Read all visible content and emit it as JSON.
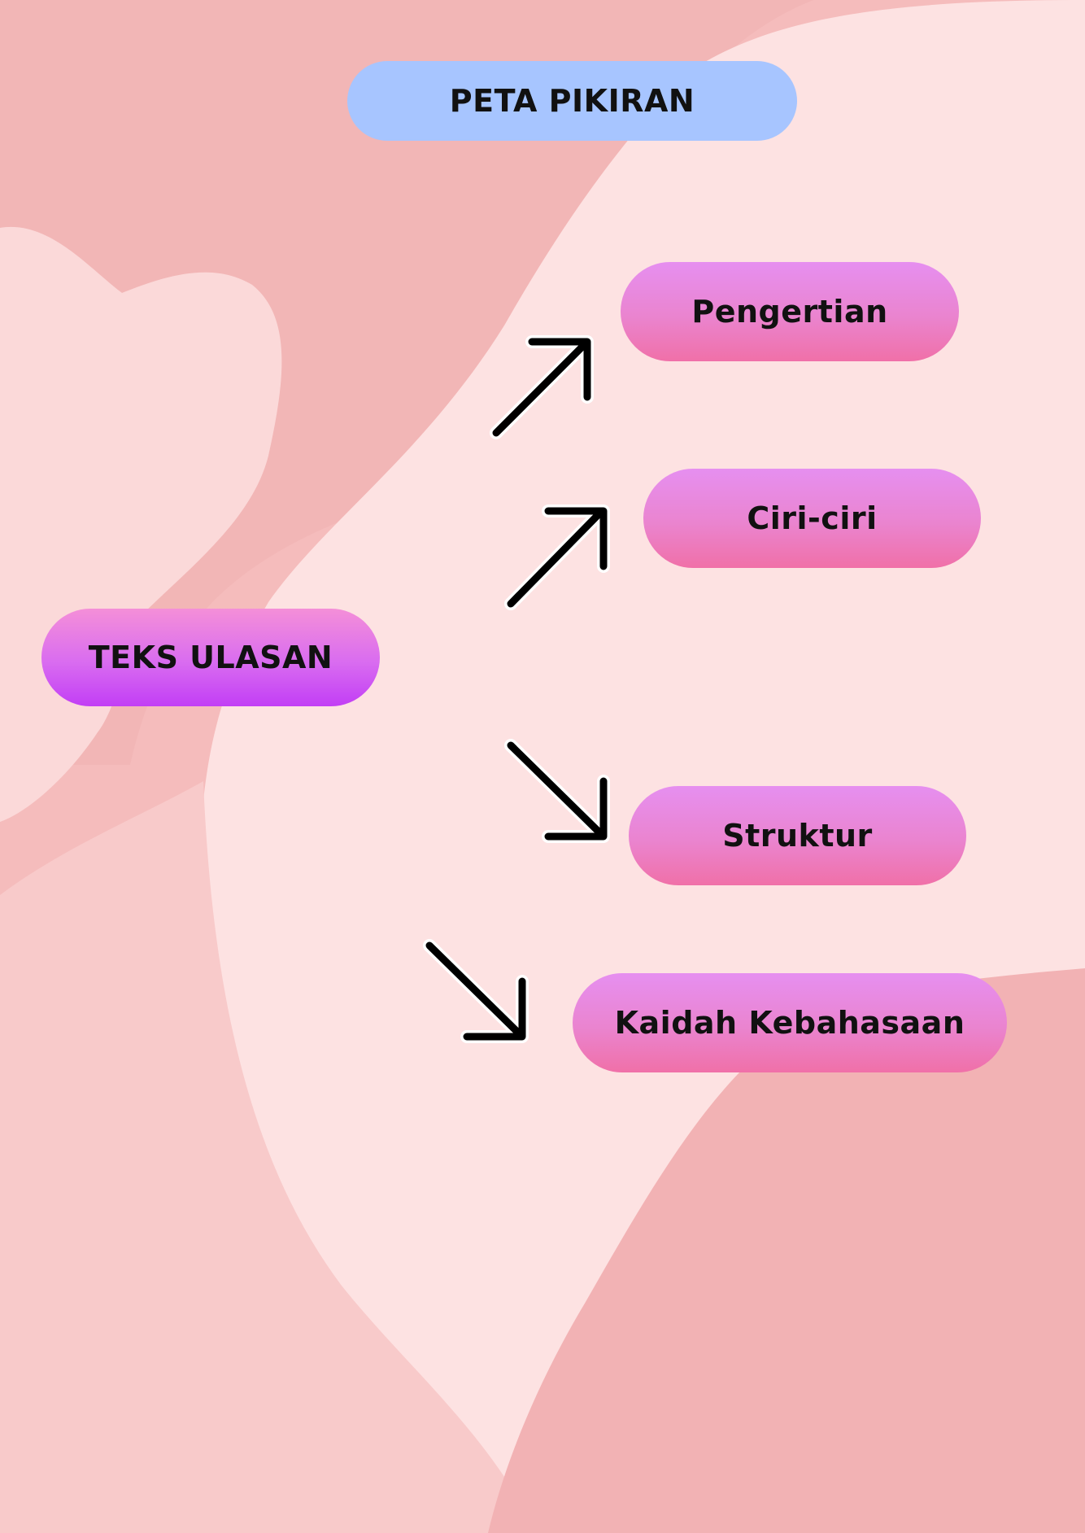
{
  "title": "PETA PIKIRAN",
  "root": {
    "label": "TEKS ULASAN"
  },
  "branches": [
    {
      "label": "Pengertian"
    },
    {
      "label": "Ciri-ciri"
    },
    {
      "label": "Struktur"
    },
    {
      "label": "Kaidah Kebahasaan"
    }
  ],
  "colors": {
    "title_pill": "#a7c5ff",
    "root_pill": "#c23ef5",
    "branch_pill": "#ea84cf",
    "arrow": "#000000",
    "background": "#f7c4c4"
  },
  "icons": [
    "arrow-up-right-icon",
    "arrow-down-right-icon"
  ]
}
